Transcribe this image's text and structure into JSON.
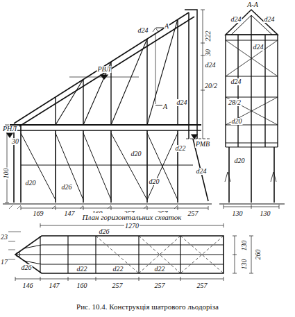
{
  "diagram": {
    "caption": "Рис. 10.4. Конструкція шатрового льодоріза",
    "labels": [
      "А",
      "d24",
      "222",
      "30",
      "d24",
      "РВЛ",
      "20/2",
      "d24",
      "А",
      "РНЛ",
      "30",
      "РМВ",
      "d22",
      "d20",
      "d24",
      "d20",
      "d26",
      "d20",
      "100",
      "169",
      "147",
      "160",
      "257",
      "257",
      "257",
      "А-А",
      "d24",
      "d24",
      "d24",
      "d24",
      "28/2",
      "d20",
      "d20",
      "130",
      "130",
      "План горизонтальних схваток",
      "1270",
      "d26",
      "23",
      "17",
      "130",
      "130",
      "260",
      "d26",
      "d22",
      "d22",
      "d22",
      "146",
      "147",
      "160",
      "257",
      "257",
      "257"
    ]
  }
}
